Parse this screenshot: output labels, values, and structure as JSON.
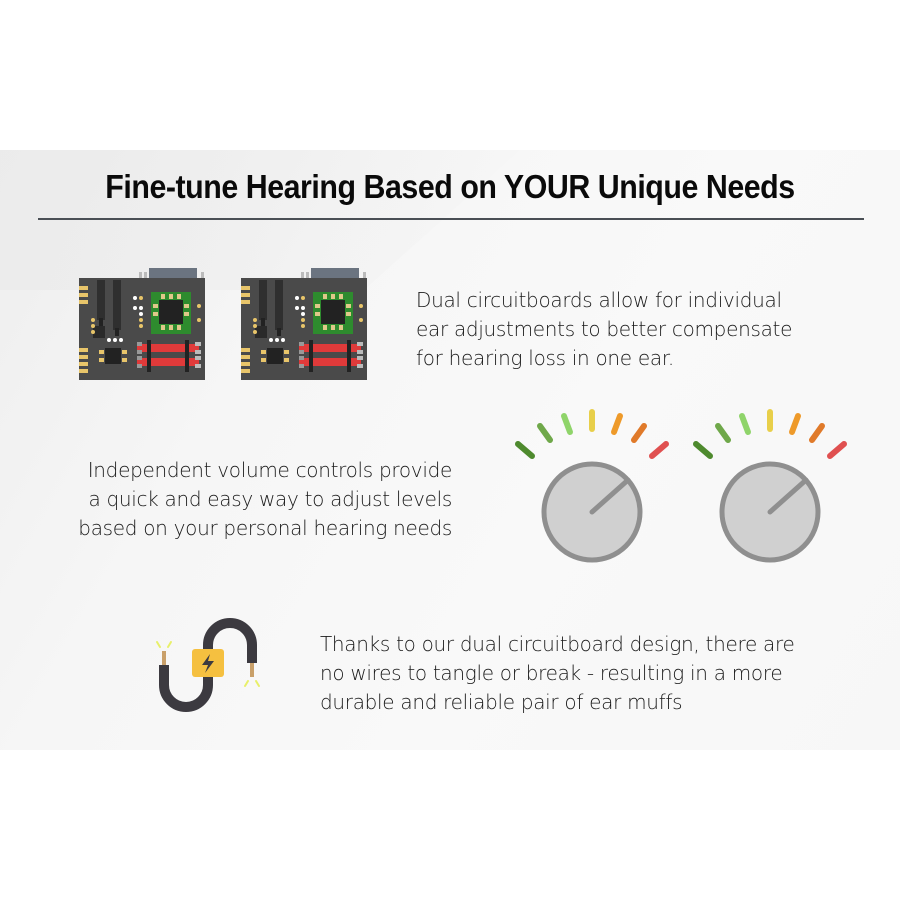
{
  "header": {
    "title": "Fine-tune Hearing Based on YOUR Unique Needs"
  },
  "features": [
    {
      "icon": "circuit-board-icon",
      "lines": [
        "Dual circuitboards allow for individual",
        "ear adjustments to better compensate",
        "for hearing loss in one ear."
      ]
    },
    {
      "icon": "volume-knob-icon",
      "lines": [
        "Independent volume controls provide",
        "a quick and easy way to adjust levels",
        "based on your personal hearing needs"
      ]
    },
    {
      "icon": "cable-power-icon",
      "lines": [
        "Thanks to our dual circuitboard design, there are",
        "no wires to tangle or break - resulting in a more",
        "durable and reliable pair of ear muffs"
      ]
    }
  ],
  "colors": {
    "title": "#0a0a0a",
    "rule": "#4a4f55",
    "board": "#4a4a4a",
    "chip_bg": "#2e8b2e",
    "red_bar": "#e03a3a",
    "gold_pad": "#e8c56a",
    "knob_fill": "#d0d0d0",
    "knob_ring": "#8f8f8f",
    "scale_ticks": [
      "#4e8a2e",
      "#6fa84a",
      "#8fd46a",
      "#e8cf4a",
      "#ee9a2a",
      "#e07a2a",
      "#e05050"
    ],
    "cable": "#3c3a40",
    "lightning_box": "#f5c040"
  }
}
